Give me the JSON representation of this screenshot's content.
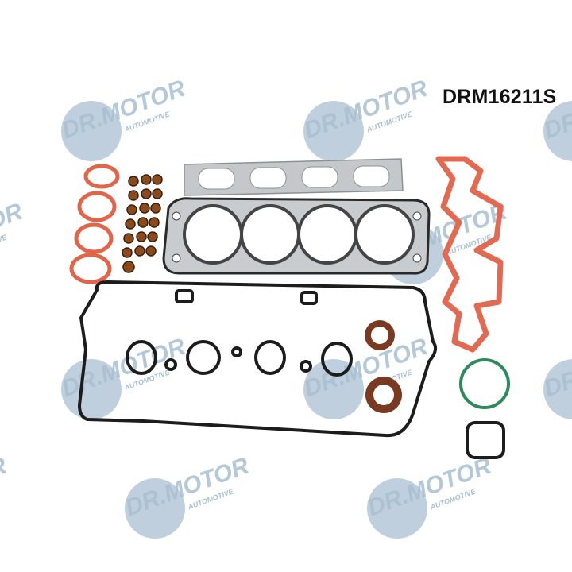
{
  "product": {
    "code": "DRM16211S",
    "brand_watermark": "DR.MOTOR",
    "brand_sub": "AUTOMOTIVE"
  },
  "colors": {
    "watermark": "#9fb8cc",
    "orange_gasket": "#e8694f",
    "black_gasket": "#1c1c1c",
    "steel": "#b9bcbf",
    "green_ring": "#2e8a5c",
    "brown_seal": "#7a3a22"
  }
}
